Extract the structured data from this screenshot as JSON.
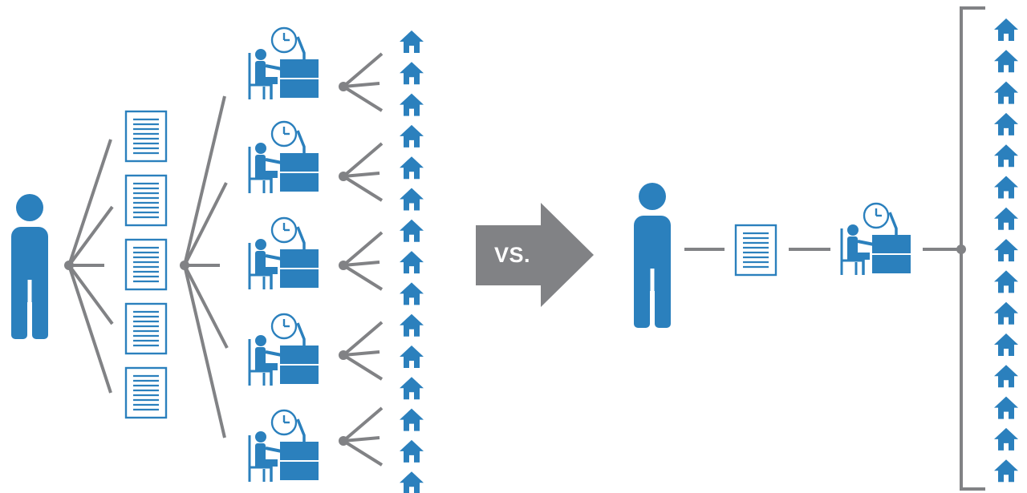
{
  "colors": {
    "blue": "#2b80bd",
    "gray": "#818285",
    "background": "#ffffff"
  },
  "icons": {
    "person": "person-icon",
    "document": "document-icon",
    "worker": "desk-worker-clock-icon",
    "house": "house-icon"
  },
  "left_group": {
    "documents": 5,
    "workers": 5,
    "houses_per_worker": 3
  },
  "comparison": {
    "label": "VS."
  },
  "right_group": {
    "documents": 1,
    "workers": 1,
    "houses": 15
  }
}
